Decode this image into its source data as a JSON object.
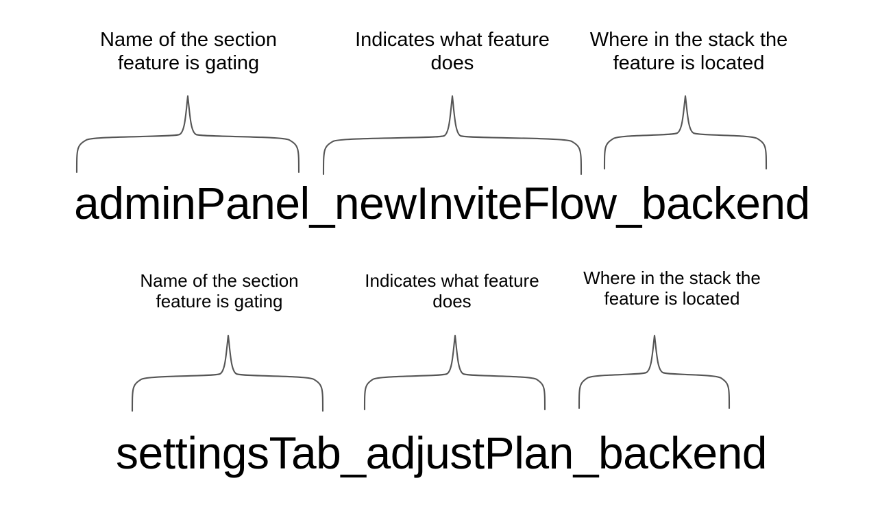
{
  "page": {
    "background": "#ffffff",
    "text_color": "#000000",
    "brace_color": "#555555"
  },
  "diagram": {
    "rows": [
      {
        "id": "row-1",
        "token": "adminPanel_newInviteFlow_backend",
        "segments": [
          {
            "label": "Name of the section\nfeature is gating",
            "part": "adminPanel"
          },
          {
            "label": "Indicates what feature\ndoes",
            "part": "newInviteFlow"
          },
          {
            "label": "Where in the stack the\nfeature is located",
            "part": "backend"
          }
        ]
      },
      {
        "id": "row-2",
        "token": "settingsTab_adjustPlan_backend",
        "segments": [
          {
            "label": "Name of the section\nfeature is gating",
            "part": "settingsTab"
          },
          {
            "label": "Indicates what feature\ndoes",
            "part": "adjustPlan"
          },
          {
            "label": "Where in the stack the\nfeature is located",
            "part": "backend"
          }
        ]
      }
    ]
  }
}
